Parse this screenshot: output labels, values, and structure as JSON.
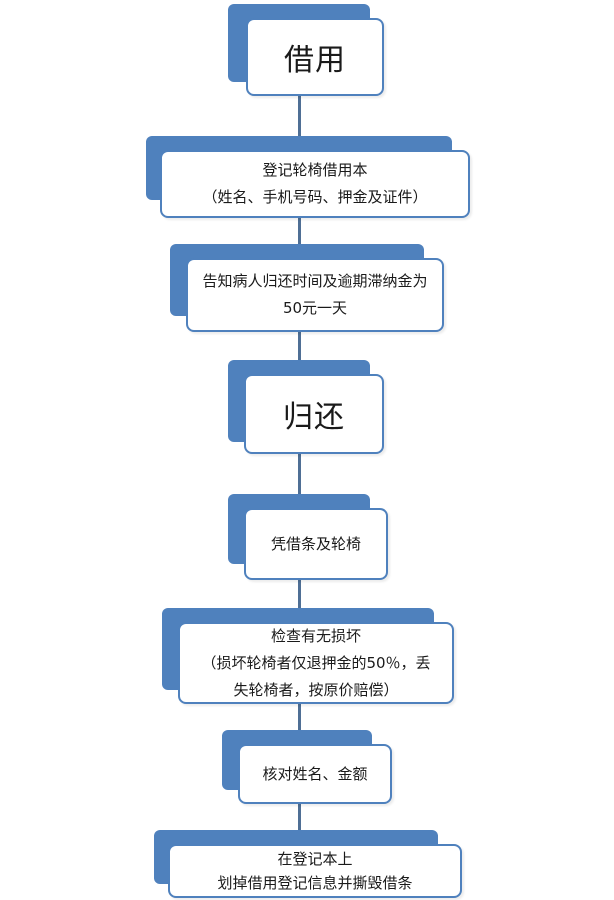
{
  "flowchart": {
    "borrow_stage": {
      "title": "借用"
    },
    "step_register": {
      "line1": "登记轮椅借用本",
      "line2": "（姓名、手机号码、押金及证件）"
    },
    "step_inform": {
      "line1": "告知病人归还时间及逾期滞纳金为",
      "line2": "50元一天"
    },
    "return_stage": {
      "title": "归还"
    },
    "step_return_slip": {
      "line1": "凭借条及轮椅"
    },
    "step_check": {
      "line1": "检查有无损坏",
      "line2": "（损坏轮椅者仅退押金的50％，丢",
      "line3": "失轮椅者，按原价赔偿）"
    },
    "step_verify": {
      "line1": "核对姓名、金额"
    },
    "step_cancel": {
      "line1": "在登记本上",
      "line2": "划掉借用登记信息并撕毁借条"
    }
  },
  "colors": {
    "accent": "#4f81bd",
    "connector": "#4f6f95",
    "text": "#1a1a1a",
    "background": "#ffffff"
  }
}
